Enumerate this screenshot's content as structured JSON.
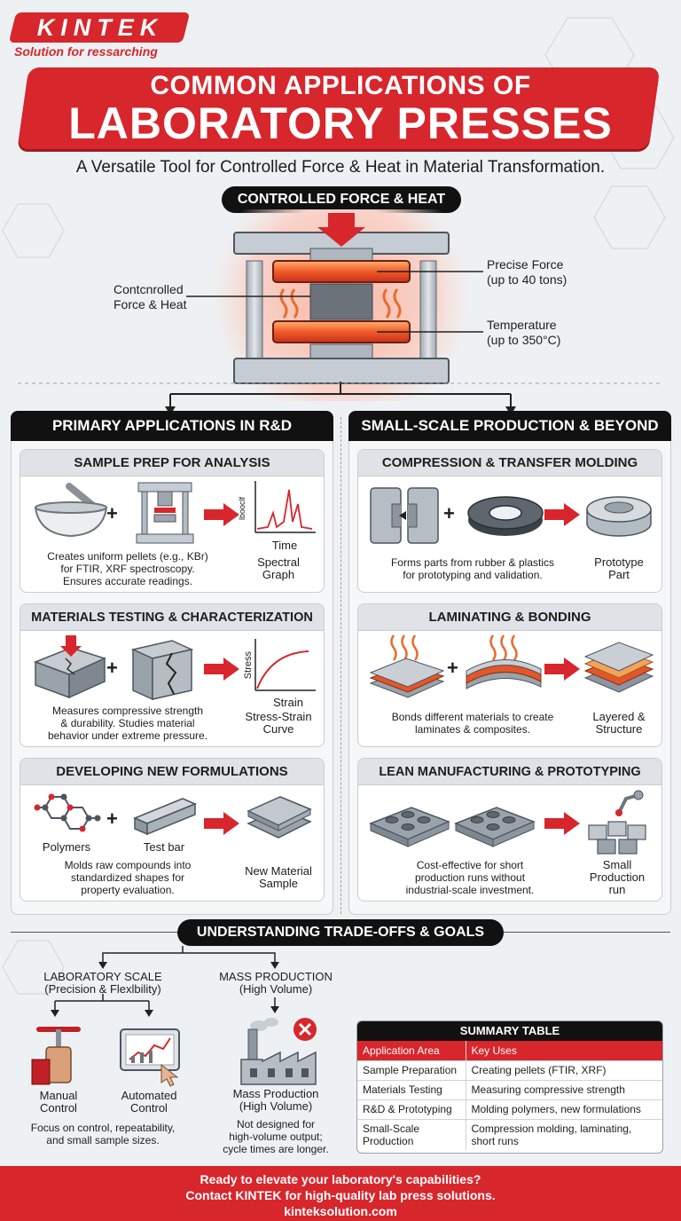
{
  "logo": {
    "brand": "KINTEK",
    "tagline": "Solution for ressarching"
  },
  "banner": {
    "line1": "COMMON APPLICATIONS OF",
    "line2": "LABORATORY PRESSES"
  },
  "subtitle": "A Versatile Tool for Controlled Force & Heat in Material Transformation.",
  "press": {
    "header": "CONTROLLED FORCE & HEAT",
    "left_label": [
      "Contcnrolled",
      "Force & Heat"
    ],
    "force_label": [
      "Precise Force",
      "(up to 40 tons)"
    ],
    "temp_label": [
      "Temperature",
      "(up to 350°C)"
    ]
  },
  "left_section": {
    "header": "PRIMARY APPLICATIONS IN R&D",
    "cards": [
      {
        "title": "SAMPLE PREP FOR ANALYSIS",
        "caption": [
          "Creates uniform pellets (e.g., KBr)",
          "for FTIR, XRF spectroscopy.",
          "Ensures accurate readings."
        ],
        "result": [
          "Spectral",
          "Graph"
        ],
        "axis_y": "lbooclf",
        "axis_x": "Time"
      },
      {
        "title": "MATERIALS TESTING & CHARACTERIZATION",
        "caption": [
          "Measures compressive strength",
          "& durability. Studies material",
          "behavior under extreme pressure."
        ],
        "result": [
          "Stress-Strain",
          "Curve"
        ],
        "axis_y": "Stress",
        "axis_x": "Strain"
      },
      {
        "title": "DEVELOPING NEW FORMULATIONS",
        "caption": [
          "Molds raw compounds into",
          "standardized shapes for",
          "property evaluation."
        ],
        "result": [
          "New Material",
          "Sample"
        ],
        "input1": "Polymers",
        "input2": "Test bar"
      }
    ]
  },
  "right_section": {
    "header": "SMALL-SCALE PRODUCTION & BEYOND",
    "cards": [
      {
        "title": "COMPRESSION & TRANSFER MOLDING",
        "caption": [
          "Forms parts from rubber & plastics",
          "for prototyping and validation."
        ],
        "result": [
          "Prototype",
          "Part"
        ]
      },
      {
        "title": "LAMINATING & BONDING",
        "caption": [
          "Bonds different materials to create",
          "laminates & composites."
        ],
        "result": [
          "Layered &",
          "Structure"
        ]
      },
      {
        "title": "LEAN MANUFACTURING & PROTOTYPING",
        "caption": [
          "Cost-effective for short",
          "production runs without",
          "industrial-scale investment."
        ],
        "result": [
          "Small",
          "Production",
          "run"
        ]
      }
    ]
  },
  "tradeoffs": {
    "header": "UNDERSTANDING TRADE-OFFS & GOALS",
    "lab_scale": [
      "LABORATORY SCALE",
      "(Precision & Flexlbility)"
    ],
    "mass_prod": [
      "MASS PRODUCTION",
      "(High Volume)"
    ],
    "manual": [
      "Manual",
      "Control"
    ],
    "automated": [
      "Automated",
      "Control"
    ],
    "lab_caption": [
      "Focus on control, repeatability,",
      "and small sample sizes."
    ],
    "mass_label": [
      "Mass Production",
      "(High Volume)"
    ],
    "mass_caption": [
      "Not designed for",
      "high-volume output;",
      "cycle times are longer."
    ]
  },
  "summary": {
    "title": "SUMMARY TABLE",
    "headers": [
      "Application Area",
      "Key Uses"
    ],
    "rows": [
      [
        "Sample Preparation",
        "Creating pellets (FTIR, XRF)"
      ],
      [
        "Materials Testing",
        "Measuring compressive strength"
      ],
      [
        "R&D & Prototyping",
        "Molding polymers, new formulations"
      ],
      [
        "Small-Scale Production",
        "Compression molding, laminating, short runs"
      ]
    ]
  },
  "footer": [
    "Ready to elevate your laboratory's capabilities?",
    "Contact KINTEK for high-quality lab press solutions.",
    "kinteksolution.com"
  ],
  "colors": {
    "brand_red": "#d7262c",
    "dark": "#111111",
    "card_head": "#dfe3e7"
  }
}
